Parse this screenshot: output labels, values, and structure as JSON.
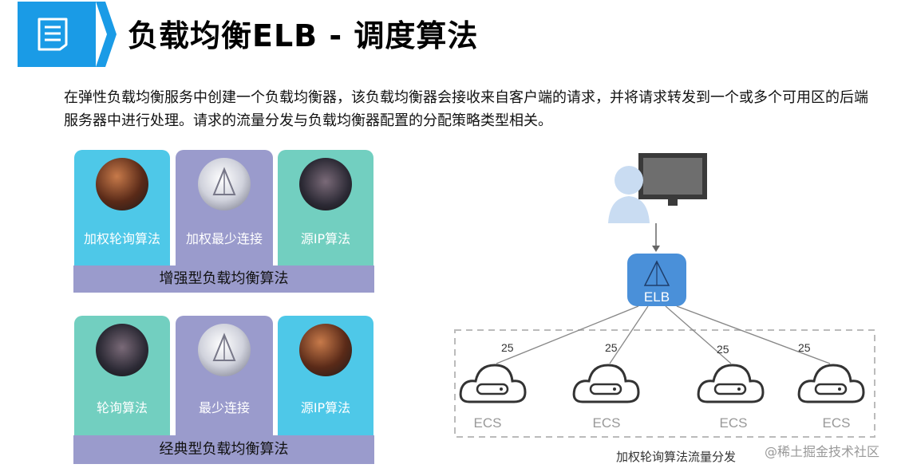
{
  "header": {
    "title": "负载均衡ELB - 调度算法",
    "accent_color": "#1a9be6",
    "icon": "document-list-icon"
  },
  "description": "在弹性负载均衡服务中创建一个负载均衡器，该负载均衡器会接收来自客户端的请求，并将请求转发到一个或多个可用区的后端服务器中进行处理。请求的流量分发与负载均衡器配置的分配策略类型相关。",
  "enhanced": {
    "group_label": "增强型负载均衡算法",
    "cards": [
      {
        "label": "加权轮询算法",
        "color": "#4ec8e8",
        "icon": "bronze-swirl-icon"
      },
      {
        "label": "加权最少连接",
        "color": "#9a9bcc",
        "icon": "silver-pyramid-icon"
      },
      {
        "label": "源IP算法",
        "color": "#72cfc0",
        "icon": "dark-tower-icon"
      }
    ]
  },
  "classic": {
    "group_label": "经典型负载均衡算法",
    "cards": [
      {
        "label": "轮询算法",
        "color": "#72cfc0",
        "icon": "dark-tower-icon"
      },
      {
        "label": "最少连接",
        "color": "#9a9bcc",
        "icon": "silver-pyramid-icon"
      },
      {
        "label": "源IP算法",
        "color": "#4ec8e8",
        "icon": "bronze-swirl-icon"
      }
    ]
  },
  "diagram": {
    "client_icon": "user-computer-icon",
    "balancer_label": "ELB",
    "balancer_color": "#4a90d9",
    "weights": [
      "25",
      "25",
      "25",
      "25"
    ],
    "servers": [
      "ECS",
      "ECS",
      "ECS",
      "ECS"
    ],
    "caption": "加权轮询算法流量分发"
  },
  "watermark": "@稀土掘金技术社区"
}
